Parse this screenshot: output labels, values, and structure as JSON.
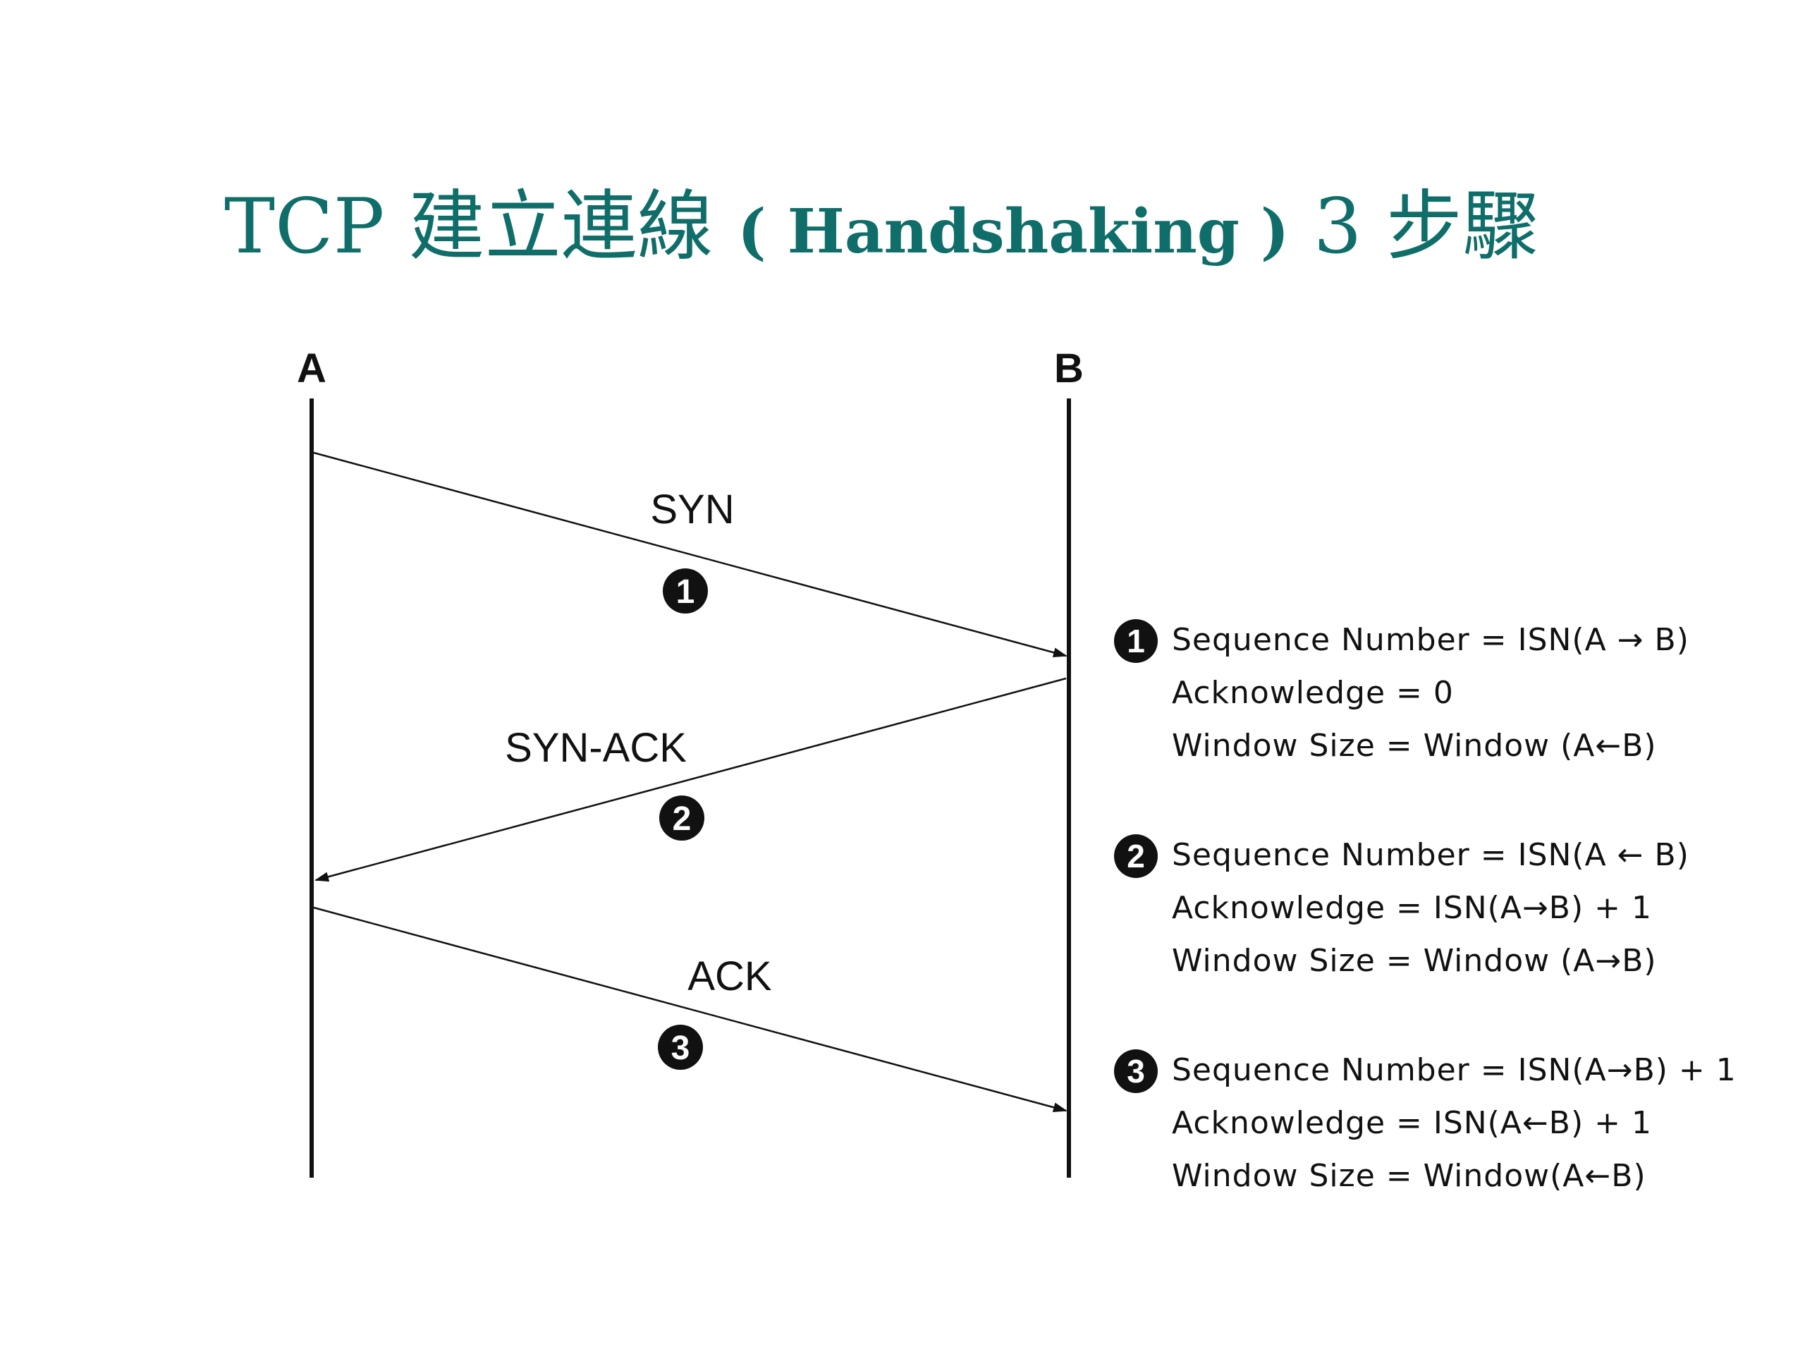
{
  "title": {
    "prefix": "TCP 建立連線",
    "paren_text": "( Handshaking )",
    "suffix": "3 步驟"
  },
  "diagram": {
    "endpoint_a": "A",
    "endpoint_b": "B",
    "messages": [
      {
        "label": "SYN",
        "step": "1"
      },
      {
        "label": "SYN-ACK",
        "step": "2"
      },
      {
        "label": "ACK",
        "step": "3"
      }
    ]
  },
  "details": [
    {
      "step": "1",
      "lines": [
        "Sequence Number = ISN(A → B)",
        "Acknowledge = 0",
        "Window Size = Window (A←B)"
      ]
    },
    {
      "step": "2",
      "lines": [
        "Sequence Number = ISN(A ← B)",
        "Acknowledge = ISN(A→B) + 1",
        "Window Size = Window (A→B)"
      ]
    },
    {
      "step": "3",
      "lines": [
        "Sequence Number = ISN(A→B) + 1",
        "Acknowledge = ISN(A←B) + 1",
        "Window Size = Window(A←B)"
      ]
    }
  ],
  "colors": {
    "title": "#0f6e69",
    "lines": "#111111"
  }
}
